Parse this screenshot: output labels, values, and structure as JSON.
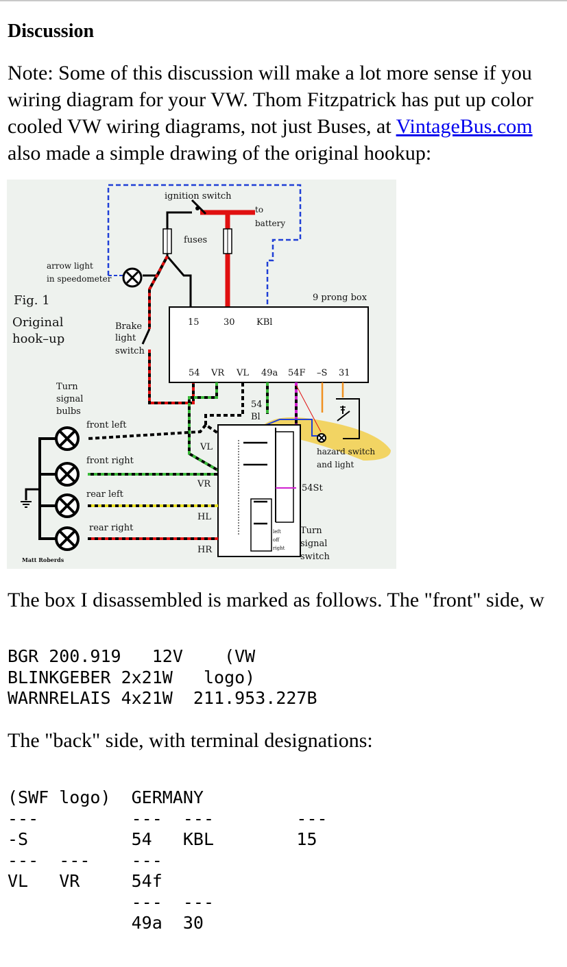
{
  "heading": "Discussion",
  "note": {
    "line1": "Note: Some of this discussion will make a lot more sense if you",
    "line2": "wiring diagram for your VW. Thom Fitzpatrick has put up color",
    "line3_pre": "cooled VW wiring diagrams, not just Buses, at ",
    "line3_link": "VintageBus.com",
    "line4": "also made a simple drawing of the original hookup:"
  },
  "figure": {
    "ignition_switch": "ignition switch",
    "to_battery_1": "to",
    "to_battery_2": "battery",
    "fuses": "fuses",
    "arrow_light_1": "arrow light",
    "arrow_light_2": "in speedometer",
    "fig": "Fig. 1",
    "original": "Original",
    "hookup": "hook–up",
    "prong_box": "9 prong box",
    "brake_1": "Brake",
    "brake_2": "light",
    "brake_3": "switch",
    "t15": "15",
    "t30": "30",
    "tkbl": "KBl",
    "t54": "54",
    "tvr": "VR",
    "tvl": "VL",
    "t49a": "49a",
    "t54f": "54F",
    "tms": "–S",
    "t31": "31",
    "turn_bulbs_1": "Turn",
    "turn_bulbs_2": "signal",
    "turn_bulbs_3": "bulbs",
    "front_left": "front left",
    "front_right": "front right",
    "rear_left": "rear left",
    "rear_right": "rear right",
    "s54": "54",
    "sbl": "Bl",
    "vl": "VL",
    "vr": "VR",
    "hl": "HL",
    "hr": "HR",
    "hazard_1": "hazard switch",
    "hazard_2": "and light",
    "st54": "54St",
    "left": "left",
    "off": "off",
    "right": "right",
    "tss_1": "Turn",
    "tss_2": "signal",
    "tss_3": "switch",
    "credit": "Matt Roberds"
  },
  "after_figure": "The box I disassembled is marked as follows. The \"front\" side, w",
  "front_markings": "BGR 200.919   12V    (VW\nBLINKGEBER 2x21W   logo)\nWARNRELAIS 4x21W  211.953.227B",
  "back_intro": "The \"back\" side, with terminal designations:",
  "back_markings": "(SWF logo)  GERMANY\n---         ---  ---        ---\n-S          54   KBL        15\n---  ---    ---\nVL   VR     54f\n            ---  ---\n            49a  30"
}
